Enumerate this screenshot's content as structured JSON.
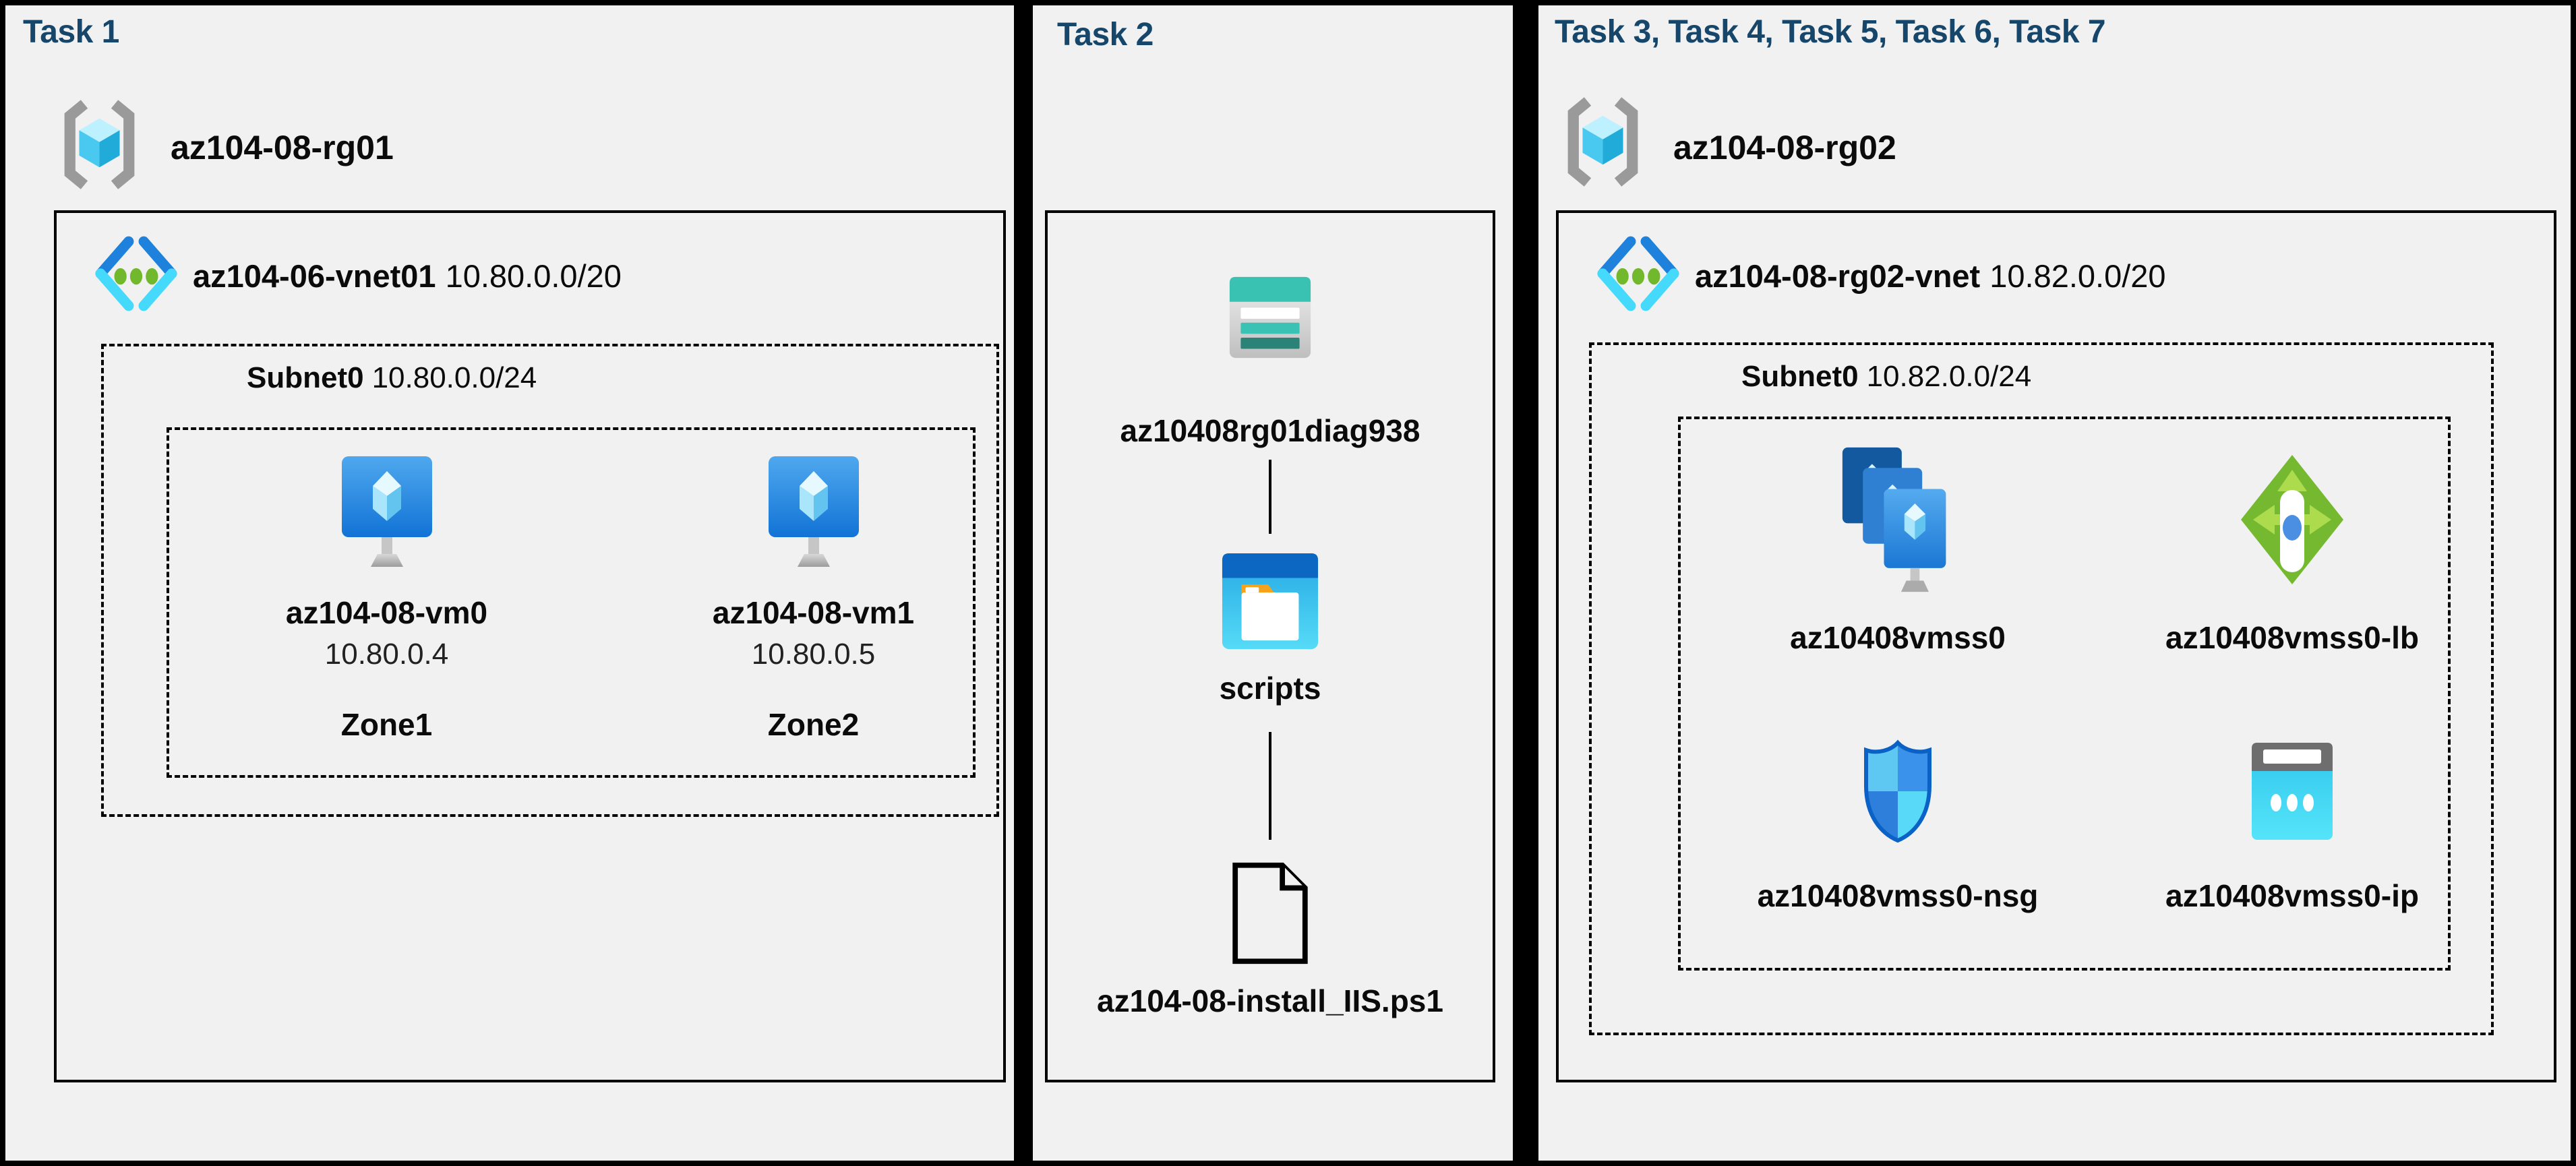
{
  "colors": {
    "canvas_border": "#000000",
    "panel_background": "#F1F1F1",
    "task_header": "#17466B",
    "label_text": "#0B0B0B",
    "azure_blue": "#1B7FD4",
    "azure_cyan": "#50E6FF",
    "green": "#76BC2D",
    "teal": "#39C2B2",
    "orange": "#F5A31D"
  },
  "panels": [
    {
      "header": "Task 1",
      "resource_group": "az104-08-rg01",
      "vnet": {
        "name": "az104-06-vnet01",
        "cidr": "10.80.0.0/20"
      },
      "subnet": {
        "name": "Subnet0",
        "cidr": "10.80.0.0/24"
      },
      "vms": [
        {
          "name": "az104-08-vm0",
          "ip": "10.80.0.4",
          "zone": "Zone1"
        },
        {
          "name": "az104-08-vm1",
          "ip": "10.80.0.5",
          "zone": "Zone2"
        }
      ]
    },
    {
      "header": "Task 2",
      "storage_account": "az10408rg01diag938",
      "container": "scripts",
      "file": "az104-08-install_IIS.ps1"
    },
    {
      "header": "Task 3, Task 4, Task 5, Task 6, Task 7",
      "resource_group": "az104-08-rg02",
      "vnet": {
        "name": "az104-08-rg02-vnet",
        "cidr": "10.82.0.0/20"
      },
      "subnet": {
        "name": "Subnet0",
        "cidr": "10.82.0.0/24"
      },
      "resources": [
        {
          "type": "vm-scale-set",
          "label": "az10408vmss0"
        },
        {
          "type": "load-balancer",
          "label": "az10408vmss0-lb"
        },
        {
          "type": "network-security-group",
          "label": "az10408vmss0-nsg"
        },
        {
          "type": "public-ip",
          "label": "az10408vmss0-ip"
        }
      ]
    }
  ]
}
